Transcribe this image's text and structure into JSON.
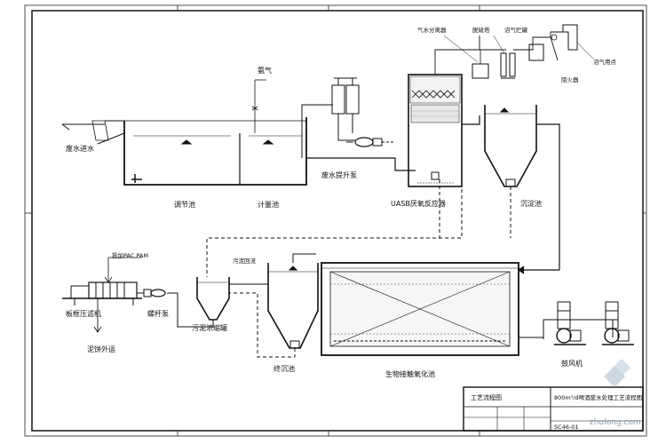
{
  "labels": {
    "raw_inlet": "废水进水",
    "ammonia": "氨气",
    "equalization_tank": "调节池",
    "metering_tank": "计量池",
    "feed_pump_room": "废水提升泵",
    "uasb_reactor": "UASB厌氧反应器",
    "gas_water_separator": "气水分离器",
    "desulfurizer": "脱硫塔",
    "gas_holder": "沼气贮罐",
    "flame_arrester": "阻火器",
    "gas_use_point": "沼气用点",
    "sedimentation_tank": "沉淀池",
    "sludge_return": "污泥回流",
    "add_pac_pam": "投加PAC PAM",
    "belt_filter_press": "板框压滤机",
    "screw_pump": "螺杆泵",
    "sludge_cake_out": "泥饼外运",
    "sludge_thickener": "污泥浓缩罐",
    "secondary_clarifier": "终沉池",
    "bio_contact_oxidation": "生物接触氧化池",
    "blower": "鼓风机"
  },
  "title_block": {
    "drawing_title": "工艺流程图",
    "project": "800m³/d啤酒废水处理工艺流程图",
    "drawing_no": "SC46-01"
  },
  "watermark": "zhulong.com"
}
